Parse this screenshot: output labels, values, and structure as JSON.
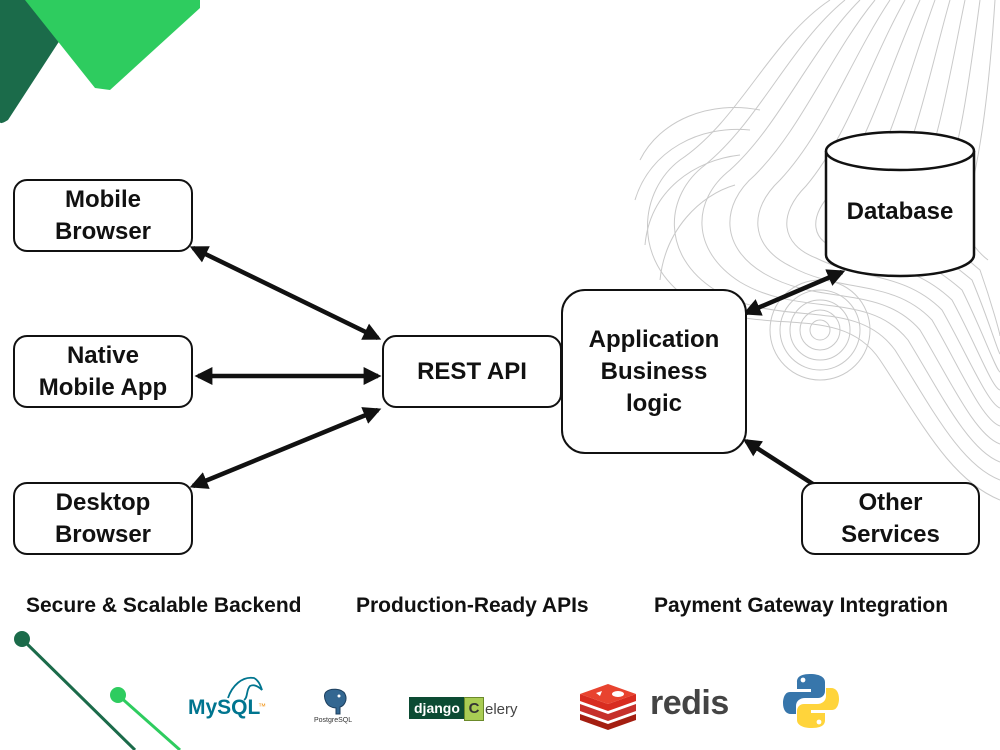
{
  "nodes": {
    "mobile_browser": "Mobile\nBrowser",
    "native_app": "Native\nMobile App",
    "desktop_browser": "Desktop\nBrowser",
    "rest_api": "REST API",
    "app_logic": "Application\nBusiness\nlogic",
    "database": "Database",
    "other_services": "Other\nServices"
  },
  "features": [
    "Secure & Scalable Backend",
    "Production-Ready APIs",
    "Payment Gateway Integration"
  ],
  "logos": {
    "mysql": {
      "name": "MySQL",
      "suffix": "™"
    },
    "postgresql": {
      "name": "PostgreSQL"
    },
    "django": {
      "name": "django"
    },
    "celery": {
      "initial": "C",
      "rest": "elery"
    },
    "redis": {
      "name": "redis"
    },
    "python": {
      "icon": "python-logo-icon"
    }
  },
  "colors": {
    "brand_green": "#2ecc5f",
    "brand_dark_green": "#1b6b4a",
    "line": "#111111",
    "redis_red": "#d82c20",
    "mysql_blue": "#00758f",
    "mysql_orange": "#f29111",
    "python_blue": "#3776ab",
    "python_yellow": "#ffd43b"
  }
}
